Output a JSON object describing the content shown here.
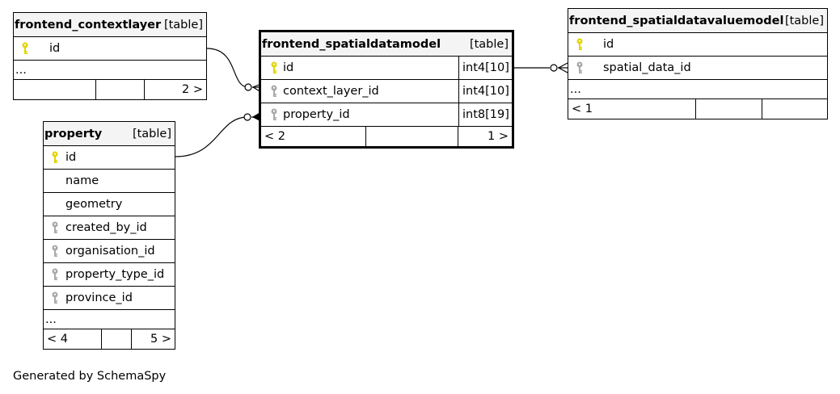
{
  "tables": {
    "contextlayer": {
      "name": "frontend_contextlayer",
      "kind": "[table]",
      "columns": [
        {
          "name": "id",
          "key": "primary"
        }
      ],
      "more": "...",
      "footer": {
        "left": "",
        "right": "2 >"
      }
    },
    "property": {
      "name": "property",
      "kind": "[table]",
      "columns": [
        {
          "name": "id",
          "key": "primary"
        },
        {
          "name": "name",
          "key": "none"
        },
        {
          "name": "geometry",
          "key": "none"
        },
        {
          "name": "created_by_id",
          "key": "foreign"
        },
        {
          "name": "organisation_id",
          "key": "foreign"
        },
        {
          "name": "property_type_id",
          "key": "foreign"
        },
        {
          "name": "province_id",
          "key": "foreign"
        }
      ],
      "more": "...",
      "footer": {
        "left": "< 4",
        "right": "5 >"
      }
    },
    "spatialdatamodel": {
      "name": "frontend_spatialdatamodel",
      "kind": "[table]",
      "columns": [
        {
          "name": "id",
          "key": "primary",
          "type": "int4[10]"
        },
        {
          "name": "context_layer_id",
          "key": "foreign",
          "type": "int4[10]"
        },
        {
          "name": "property_id",
          "key": "foreign",
          "type": "int8[19]"
        }
      ],
      "footer": {
        "left": "< 2",
        "right": "1 >"
      }
    },
    "spatialdatavaluemodel": {
      "name": "frontend_spatialdatavaluemodel",
      "kind": "[table]",
      "columns": [
        {
          "name": "id",
          "key": "primary"
        },
        {
          "name": "spatial_data_id",
          "key": "foreign"
        }
      ],
      "more": "...",
      "footer": {
        "left": "< 1",
        "right": ""
      }
    }
  },
  "caption": "Generated by SchemaSpy",
  "colors": {
    "primary_key": "#e2d400",
    "foreign_key": "#a9a9a9",
    "header_bg": "#f4f4f4"
  },
  "icons": {
    "primary": "primary-key-icon",
    "foreign": "foreign-key-icon"
  }
}
